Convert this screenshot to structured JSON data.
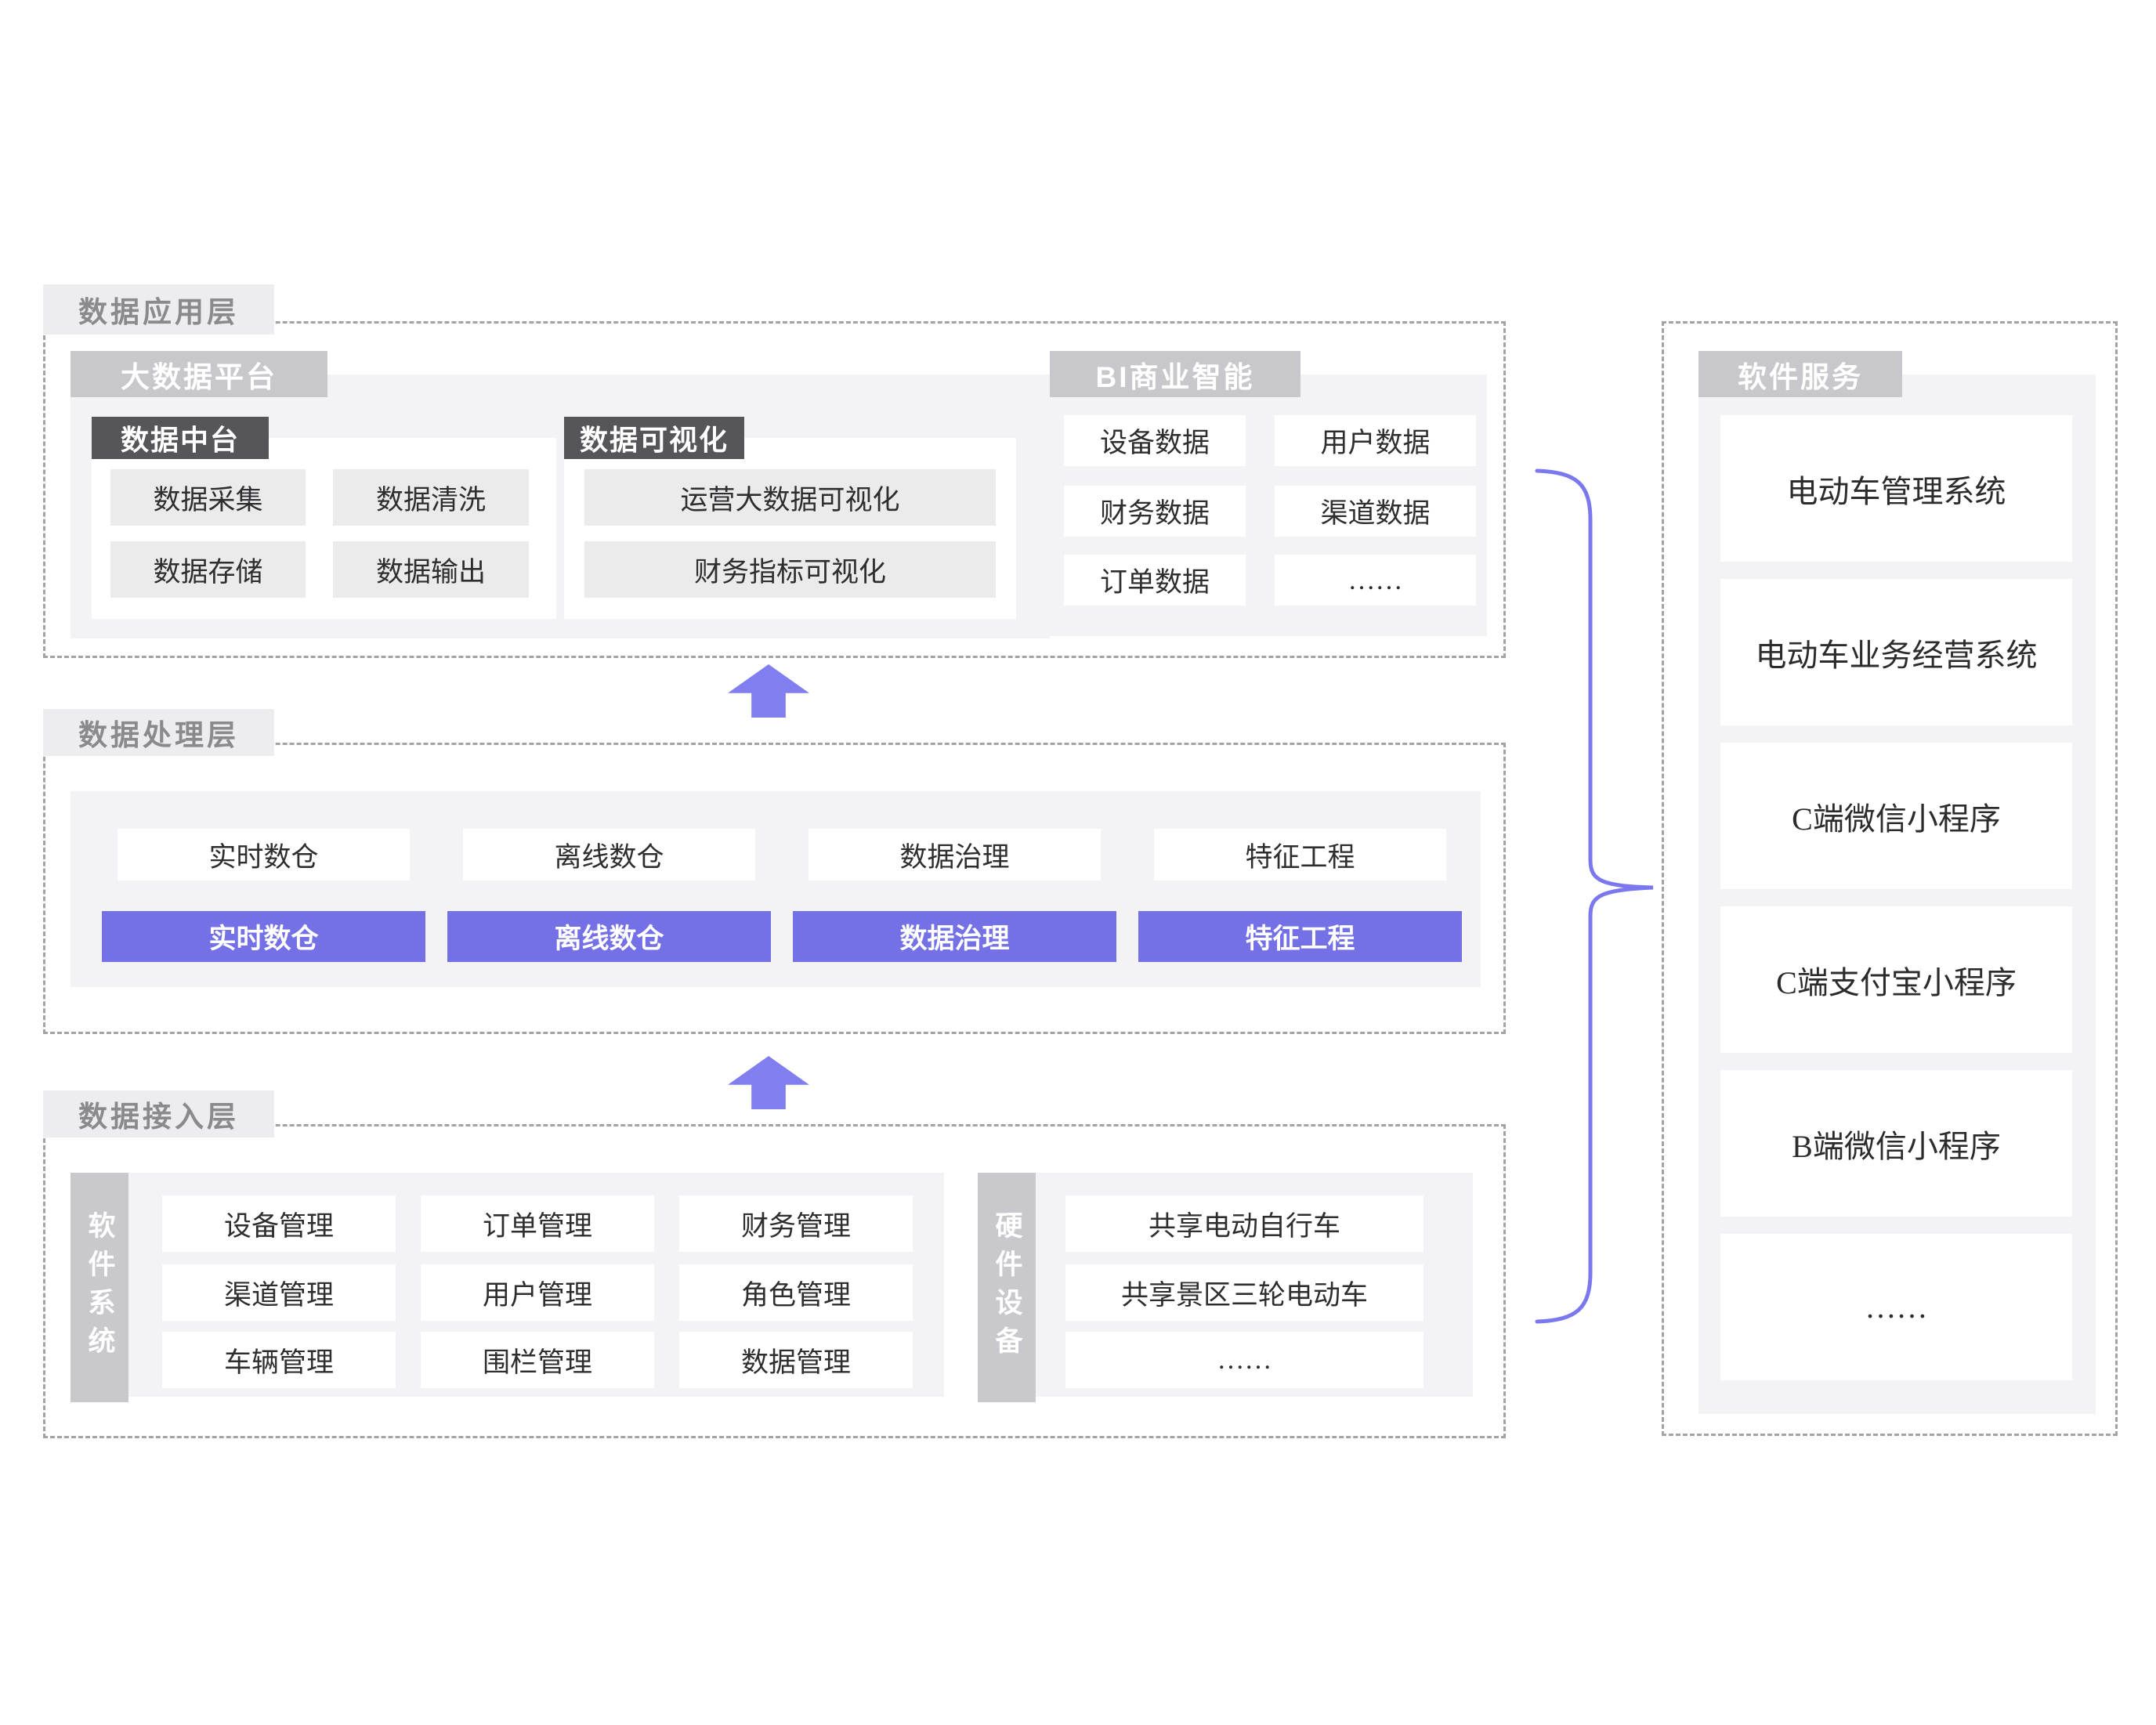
{
  "colors": {
    "accent_purple": "#7471e6",
    "arrow_purple": "#817ef0",
    "brace_purple": "#7b78ef",
    "section_gray": "#c8c8cc",
    "dark_label_gray": "#56565a",
    "panel_gray": "#f3f3f5",
    "layer_label_bg": "#ededef",
    "layer_label_text": "#8a8a8e",
    "dashed_border": "#a2a3a7"
  },
  "app_layer": {
    "label": "数据应用层",
    "bigdata": {
      "label": "大数据平台",
      "data_middle": {
        "label": "数据中台",
        "items": [
          "数据采集",
          "数据清洗",
          "数据存储",
          "数据输出"
        ]
      },
      "visualization": {
        "label": "数据可视化",
        "items": [
          "运营大数据可视化",
          "财务指标可视化"
        ]
      }
    },
    "bi": {
      "label": "BI商业智能",
      "items": [
        "设备数据",
        "用户数据",
        "财务数据",
        "渠道数据",
        "订单数据",
        "……"
      ]
    }
  },
  "processing_layer": {
    "label": "数据处理层",
    "white_items": [
      "实时数仓",
      "离线数仓",
      "数据治理",
      "特征工程"
    ],
    "purple_items": [
      "实时数仓",
      "离线数仓",
      "数据治理",
      "特征工程"
    ]
  },
  "access_layer": {
    "label": "数据接入层",
    "software": {
      "tab": "软件系统",
      "items": [
        "设备管理",
        "订单管理",
        "财务管理",
        "渠道管理",
        "用户管理",
        "角色管理",
        "车辆管理",
        "围栏管理",
        "数据管理"
      ]
    },
    "hardware": {
      "tab": "硬件设备",
      "items": [
        "共享电动自行车",
        "共享景区三轮电动车",
        "……"
      ]
    }
  },
  "services": {
    "label": "软件服务",
    "items": [
      "电动车管理系统",
      "电动车业务经营系统",
      "C端微信小程序",
      "C端支付宝小程序",
      "B端微信小程序",
      "……"
    ]
  }
}
